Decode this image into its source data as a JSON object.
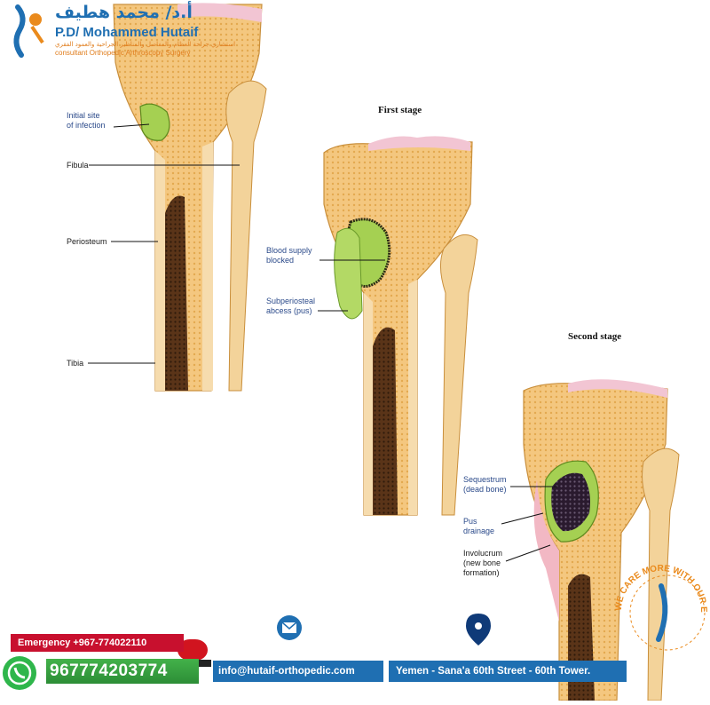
{
  "header": {
    "name_ar": "أ.د/ محمد هطيف",
    "name_en": "P.D/ Mohammed Hutaif",
    "subtitle_ar": "استشاري جراحة العظام والمفاصل والمناظير الجراحية والعمود الفقري",
    "subtitle_en": "consultant Orthopedic Arthroscopy Surgery",
    "logo_icon": "spine-logo-icon"
  },
  "diagram": {
    "panel1_labels": {
      "initial_site": "Initial site\nof infection",
      "fibula": "Fibula",
      "periosteum": "Periosteum",
      "tibia": "Tibia"
    },
    "stage1": {
      "title": "First stage",
      "blood_supply": "Blood supply\nblocked",
      "abscess": "Subperiosteal\nabcess (pus)"
    },
    "stage2": {
      "title": "Second stage",
      "sequestrum": "Sequestrum\n(dead bone)",
      "pus": "Pus\ndrainage",
      "involucrum": "Involucrum\n(new bone\nformation)"
    },
    "colors": {
      "bone": "#f1c27d",
      "cortex": "#f6dcae",
      "marrow": "#4a2a14",
      "infection": "#9fcf4a",
      "dead_bone": "#2a1a2e"
    }
  },
  "footer": {
    "emergency": "Emergency +967-774022110",
    "phone": "967774203774",
    "email": "info@hutaif-orthopedic.com",
    "address": "Yemen - Sana'a 60th Street - 60th Tower.",
    "slogan": "WE CARE MORE WITH OUR EXPERIENCE",
    "icons": [
      "whatsapp-icon",
      "alarm-light-icon",
      "email-icon",
      "location-pin-icon"
    ]
  }
}
